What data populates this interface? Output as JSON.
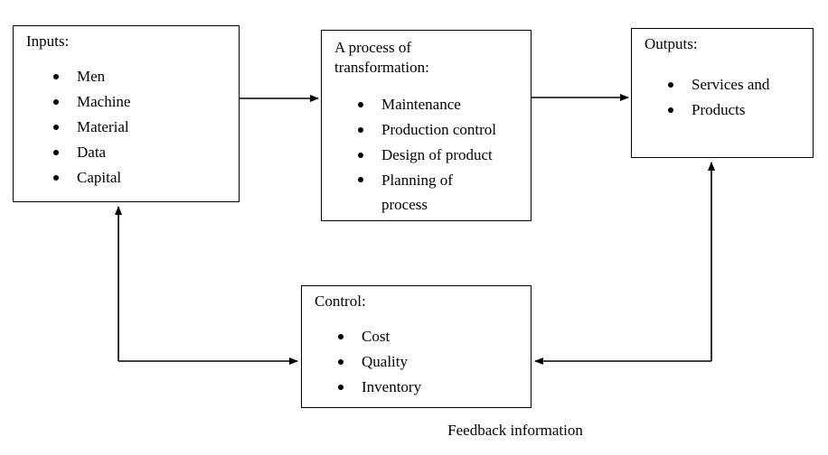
{
  "diagram": {
    "title_text": "Feedback information",
    "line_color": "#000000",
    "box_border_color": "#000000",
    "background_color": "#ffffff",
    "nodes": [
      {
        "id": "inputs",
        "title": "Inputs:",
        "items": [
          "Men",
          "Machine",
          "Material",
          "Data",
          "Capital"
        ]
      },
      {
        "id": "process",
        "title": "A process of\ntransformation:",
        "items": [
          "Maintenance",
          "Production control",
          "Design of product",
          "Planning of process"
        ]
      },
      {
        "id": "outputs",
        "title": "Outputs:",
        "items": [
          "Services and",
          "Products"
        ]
      },
      {
        "id": "control",
        "title": "Control:",
        "items": [
          "Cost",
          "Quality",
          "Inventory"
        ]
      }
    ],
    "connectors": [
      {
        "id": "inputs-to-process",
        "from": "inputs",
        "to": "process",
        "direction": "right"
      },
      {
        "id": "process-to-outputs",
        "from": "process",
        "to": "outputs",
        "direction": "right"
      },
      {
        "id": "outputs-to-control",
        "from": "outputs",
        "to": "control",
        "direction": "feedback-left"
      },
      {
        "id": "control-to-inputs",
        "from": "control",
        "to": "inputs",
        "direction": "feedback-up"
      }
    ]
  }
}
